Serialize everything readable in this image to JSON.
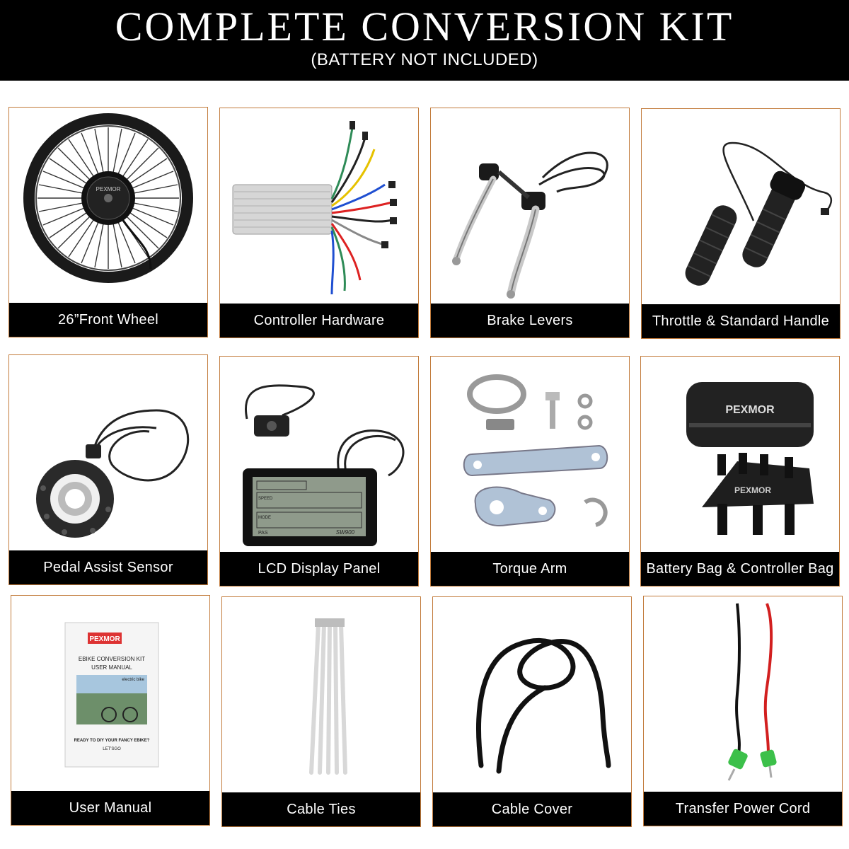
{
  "header": {
    "title": "COMPLETE CONVERSION KIT",
    "subtitle": "(BATTERY NOT INCLUDED)"
  },
  "brand": {
    "logo_text": "PEXMOR",
    "accent": "#c27b3b"
  },
  "items": [
    {
      "label": "26”Front Wheel",
      "icon": "wheel-icon"
    },
    {
      "label": "Controller Hardware",
      "icon": "controller-icon"
    },
    {
      "label": "Brake Levers",
      "icon": "brake-lever-icon"
    },
    {
      "label": "Throttle & Standard Handle",
      "icon": "throttle-handle-icon"
    },
    {
      "label": "Pedal Assist Sensor",
      "icon": "pedal-sensor-icon"
    },
    {
      "label": "LCD Display Panel",
      "icon": "lcd-display-icon"
    },
    {
      "label": "Torque Arm",
      "icon": "torque-arm-icon"
    },
    {
      "label": "Battery Bag & Controller Bag",
      "icon": "bag-icon"
    },
    {
      "label": "User Manual",
      "icon": "manual-icon"
    },
    {
      "label": "Cable Ties",
      "icon": "cable-ties-icon"
    },
    {
      "label": "Cable Cover",
      "icon": "cable-cover-icon"
    },
    {
      "label": "Transfer Power Cord",
      "icon": "power-cord-icon"
    }
  ],
  "display": {
    "model": "SW900",
    "speed": "SPEED",
    "mode": "MODE",
    "pas": "PAS"
  },
  "manual": {
    "title_line1": "EBIKE CONVERSION KIT",
    "title_line2": "USER MANUAL",
    "photo_caption": "electric bike",
    "footer_line1": "READY TO DIY YOUR FANCY EBIKE?",
    "footer_line2": "LET'SGO"
  }
}
